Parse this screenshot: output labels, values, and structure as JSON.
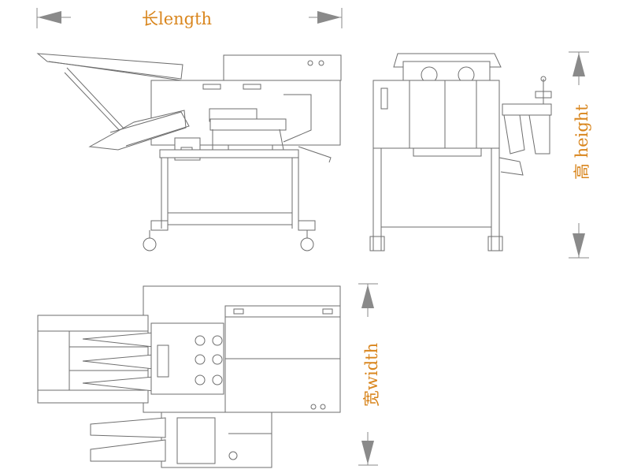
{
  "labels": {
    "length": "长length",
    "height": "高 height",
    "width": "宽width"
  },
  "colors": {
    "label": "#d9861e",
    "arrow": "#8a8a8a",
    "line": "#6e6e6e"
  },
  "views": [
    "side-view",
    "front-view",
    "top-view"
  ]
}
